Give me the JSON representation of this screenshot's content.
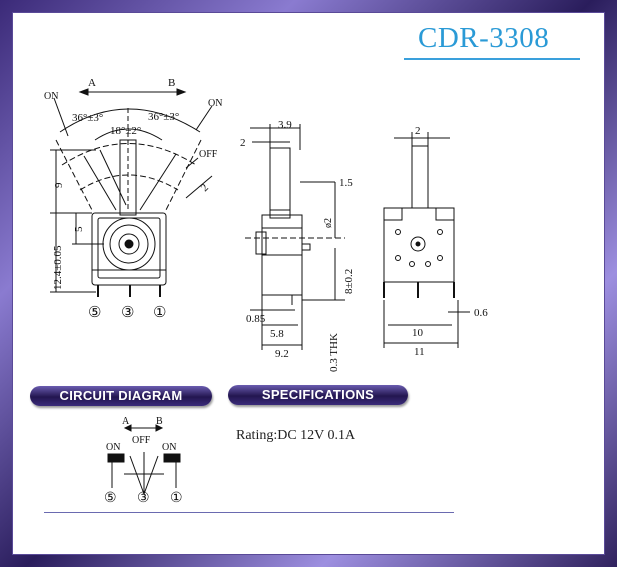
{
  "title": "CDR-3308",
  "sections": {
    "circuit": "CIRCUIT DIAGRAM",
    "specs": "SPECIFICATIONS"
  },
  "rating": "Rating:DC 12V 0.1A",
  "front_view": {
    "on_left": "ON",
    "on_right": "ON",
    "off": "OFF",
    "dir_a": "A",
    "dir_b": "B",
    "angle_left": "36°±3°",
    "angle_right": "36°±3°",
    "angle_center": "18°±2°",
    "dim_9": "9",
    "dim_5": "5",
    "dim_12_4": "12.4±0.05",
    "dim_2": "2",
    "pin_5": "⑤",
    "pin_3": "③",
    "pin_1": "①"
  },
  "side_view": {
    "dim_3_9": "3.9",
    "dim_2": "2",
    "dim_1_5": "1.5",
    "dim_phi": "ø2",
    "dim_8": "8±0.2",
    "dim_0_85": "0.85",
    "dim_5_8": "5.8",
    "dim_9_2": "9.2",
    "dim_thk": "0.3 THK"
  },
  "back_view": {
    "dim_2": "2",
    "dim_10": "10",
    "dim_11": "11",
    "dim_0_6": "0.6"
  },
  "circuit": {
    "a": "A",
    "b": "B",
    "off": "OFF",
    "on_left": "ON",
    "on_right": "ON",
    "pin_5": "⑤",
    "pin_3": "③",
    "pin_1": "①"
  }
}
